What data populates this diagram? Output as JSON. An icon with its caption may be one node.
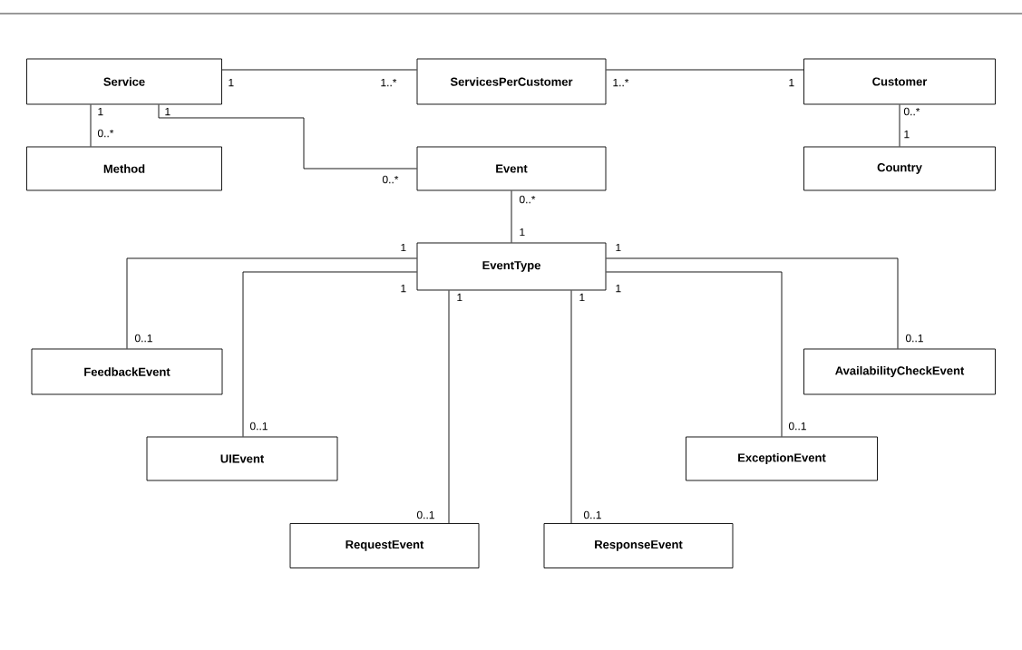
{
  "diagram": {
    "nodes": [
      {
        "text": [
          "Service"
        ]
      },
      {
        "text": [
          "ServicesPerCustomer"
        ]
      },
      {
        "text": [
          "Customer"
        ]
      },
      {
        "text": [
          "Method"
        ]
      },
      {
        "text": [
          "Event"
        ]
      },
      {
        "text": [
          "Country"
        ]
      },
      {
        "text": [
          "EventType"
        ]
      },
      {
        "text": [
          "FeedbackEvent"
        ]
      },
      {
        "text": [
          "AvailabilityCheckEvent"
        ]
      },
      {
        "text": [
          "UIEvent"
        ]
      },
      {
        "text": [
          "ExceptionEvent"
        ]
      },
      {
        "text": [
          "RequestEvent"
        ]
      },
      {
        "text": [
          "ResponseEvent"
        ]
      }
    ],
    "edges": [
      {
        "from": 0,
        "to": 1,
        "arrow": "none"
      },
      {
        "from": 1,
        "to": 2,
        "arrow": "none"
      },
      {
        "from": 2,
        "to": 5,
        "arrow": "none"
      },
      {
        "from": 0,
        "to": 3,
        "arrow": "none"
      },
      {
        "from": 0,
        "to": 4,
        "arrow": "none"
      },
      {
        "from": 4,
        "to": 6,
        "arrow": "none"
      },
      {
        "from": 6,
        "to": 7,
        "arrow": "none"
      },
      {
        "from": 6,
        "to": 9,
        "arrow": "none"
      },
      {
        "from": 6,
        "to": 11,
        "arrow": "none"
      },
      {
        "from": 6,
        "to": 12,
        "arrow": "none"
      },
      {
        "from": 6,
        "to": 10,
        "arrow": "none"
      },
      {
        "from": 6,
        "to": 8,
        "arrow": "none"
      }
    ],
    "labels": [
      "1",
      "1..*",
      "1..*",
      "1",
      "1",
      "1",
      "0..*",
      "0..*",
      "1",
      "0..*",
      "0..*",
      "1",
      "1",
      "1",
      "1",
      "1",
      "1",
      "1",
      "0..1",
      "0..1",
      "0..1",
      "0..1",
      "0..1",
      "0..1"
    ]
  }
}
